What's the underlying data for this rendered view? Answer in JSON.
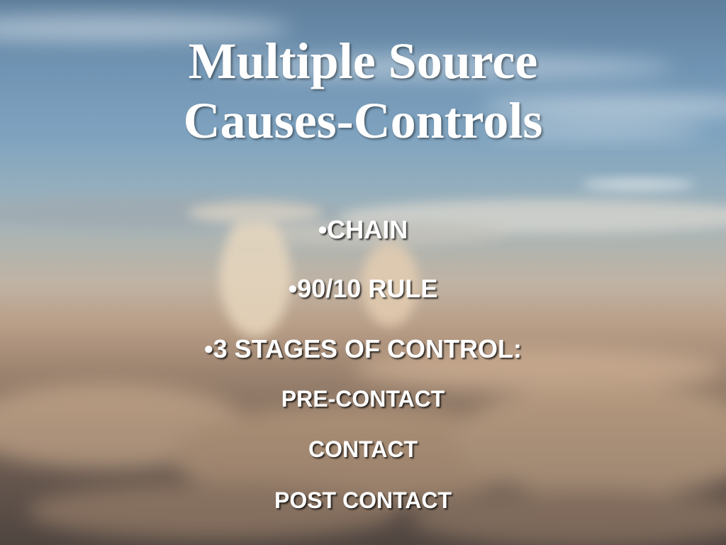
{
  "slide": {
    "title_line1": "Multiple Source",
    "title_line2": "Causes-Controls",
    "bullets": [
      "•CHAIN",
      "•90/10 RULE",
      "•3 STAGES OF CONTROL:"
    ],
    "stages": [
      "PRE-CONTACT",
      "CONTACT",
      "POST CONTACT"
    ],
    "colors": {
      "text": "#ffffff",
      "sky_top": "#5f7f9c",
      "horizon": "#c0b3a3",
      "clouds_bottom": "#4f4540"
    }
  }
}
